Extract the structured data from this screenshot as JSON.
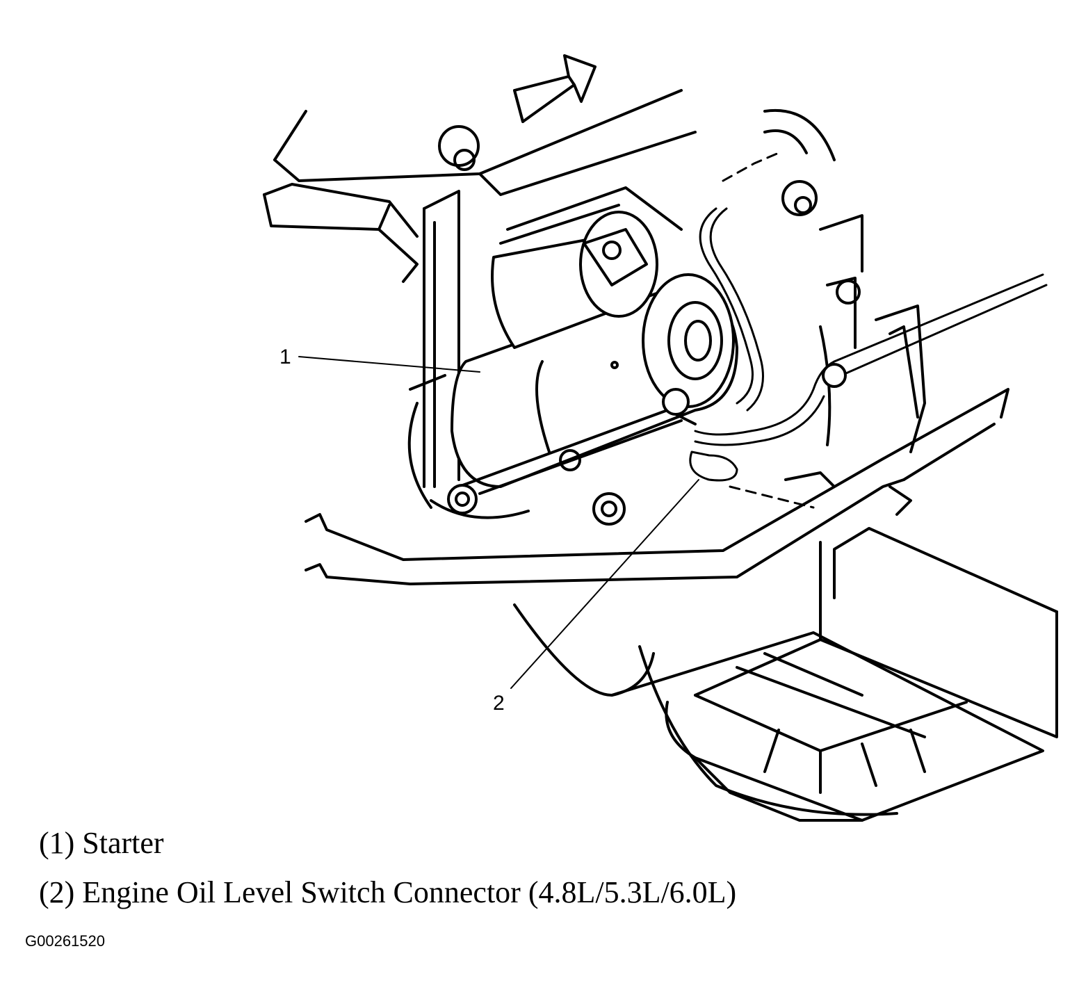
{
  "callouts": [
    {
      "number": "1"
    },
    {
      "number": "2"
    }
  ],
  "legend": [
    {
      "text": "(1) Starter"
    },
    {
      "text": "(2) Engine Oil Level Switch Connector (4.8L/5.3L/6.0L)"
    }
  ],
  "figure_id": "G00261520",
  "colors": {
    "ink": "#000000",
    "paper": "#ffffff"
  }
}
